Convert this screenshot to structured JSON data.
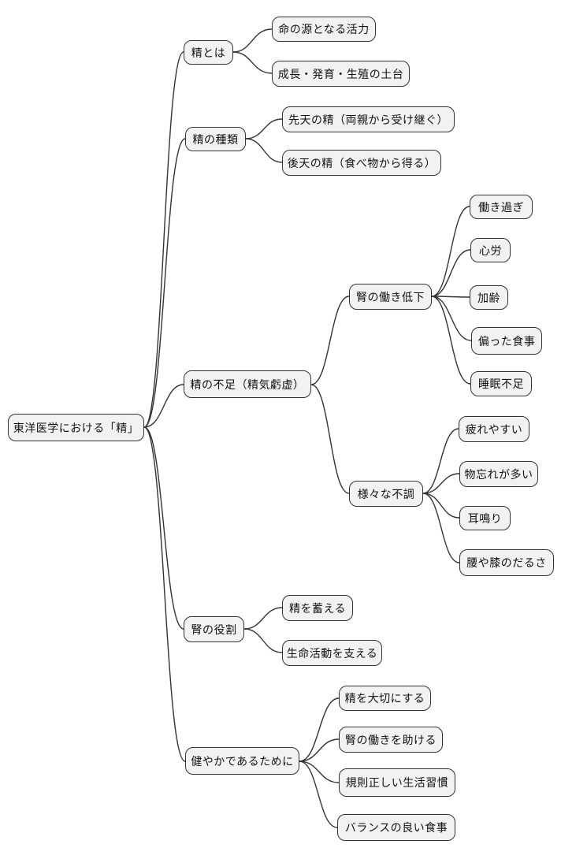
{
  "diagram": {
    "type": "mindmap",
    "style": {
      "node_fill": "#f2f2f2",
      "node_border": "#333333",
      "line_color": "#333333",
      "text_color": "#111111",
      "background": "#ffffff"
    },
    "root": {
      "label": "東洋医学における「精」",
      "children": [
        {
          "label": "精とは",
          "children": [
            {
              "label": "命の源となる活力"
            },
            {
              "label": "成長・発育・生殖の土台"
            }
          ]
        },
        {
          "label": "精の種類",
          "children": [
            {
              "label": "先天の精（両親から受け継ぐ）"
            },
            {
              "label": "後天の精（食べ物から得る）"
            }
          ]
        },
        {
          "label": "精の不足（精気虧虚）",
          "children": [
            {
              "label": "腎の働き低下",
              "children": [
                {
                  "label": "働き過ぎ"
                },
                {
                  "label": "心労"
                },
                {
                  "label": "加齢"
                },
                {
                  "label": "偏った食事"
                },
                {
                  "label": "睡眠不足"
                }
              ]
            },
            {
              "label": "様々な不調",
              "children": [
                {
                  "label": "疲れやすい"
                },
                {
                  "label": "物忘れが多い"
                },
                {
                  "label": "耳鳴り"
                },
                {
                  "label": "腰や膝のだるさ"
                }
              ]
            }
          ]
        },
        {
          "label": "腎の役割",
          "children": [
            {
              "label": "精を蓄える"
            },
            {
              "label": "生命活動を支える"
            }
          ]
        },
        {
          "label": "健やかであるために",
          "children": [
            {
              "label": "精を大切にする"
            },
            {
              "label": "腎の働きを助ける"
            },
            {
              "label": "規則正しい生活習慣"
            },
            {
              "label": "バランスの良い食事"
            }
          ]
        }
      ]
    }
  }
}
